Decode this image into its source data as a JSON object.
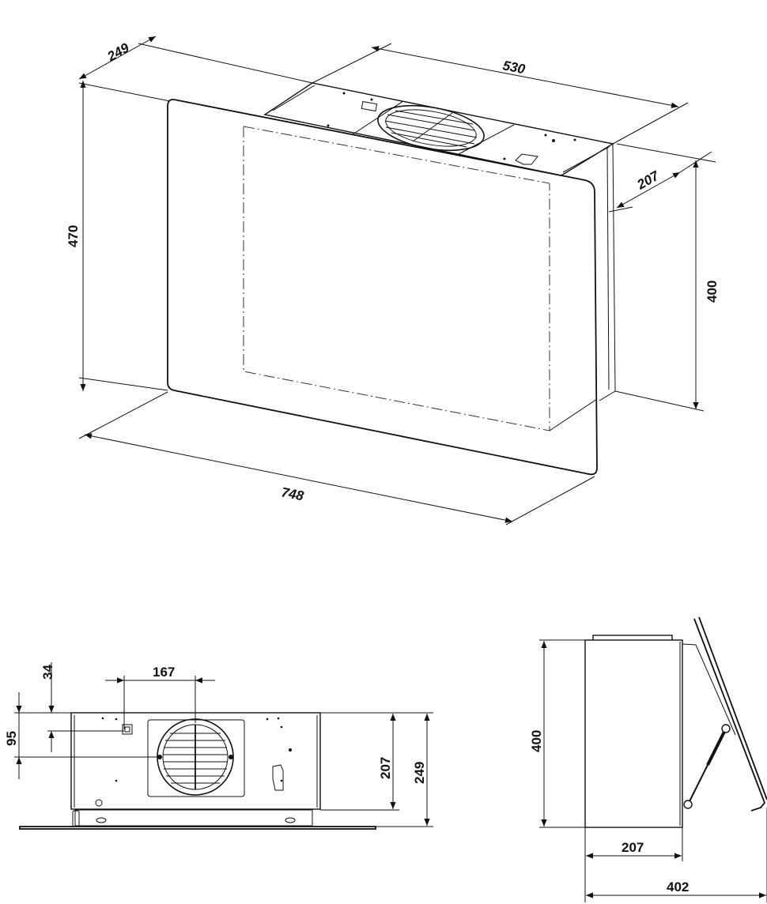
{
  "drawing": {
    "iso_view": {
      "dimensions": {
        "depth_total": "249",
        "width_box": "530",
        "depth_box": "207",
        "height_box": "400",
        "height_total": "470",
        "width_panel": "748"
      }
    },
    "front_view": {
      "dimensions": {
        "outlet_offset": "167",
        "socket_offset": "34",
        "outlet_height": "95",
        "box_height": "207",
        "total_height": "249"
      }
    },
    "side_view": {
      "dimensions": {
        "height": "400",
        "box_depth": "207",
        "total_depth": "402"
      }
    },
    "colors": {
      "line": "#111111",
      "background": "#ffffff"
    }
  }
}
